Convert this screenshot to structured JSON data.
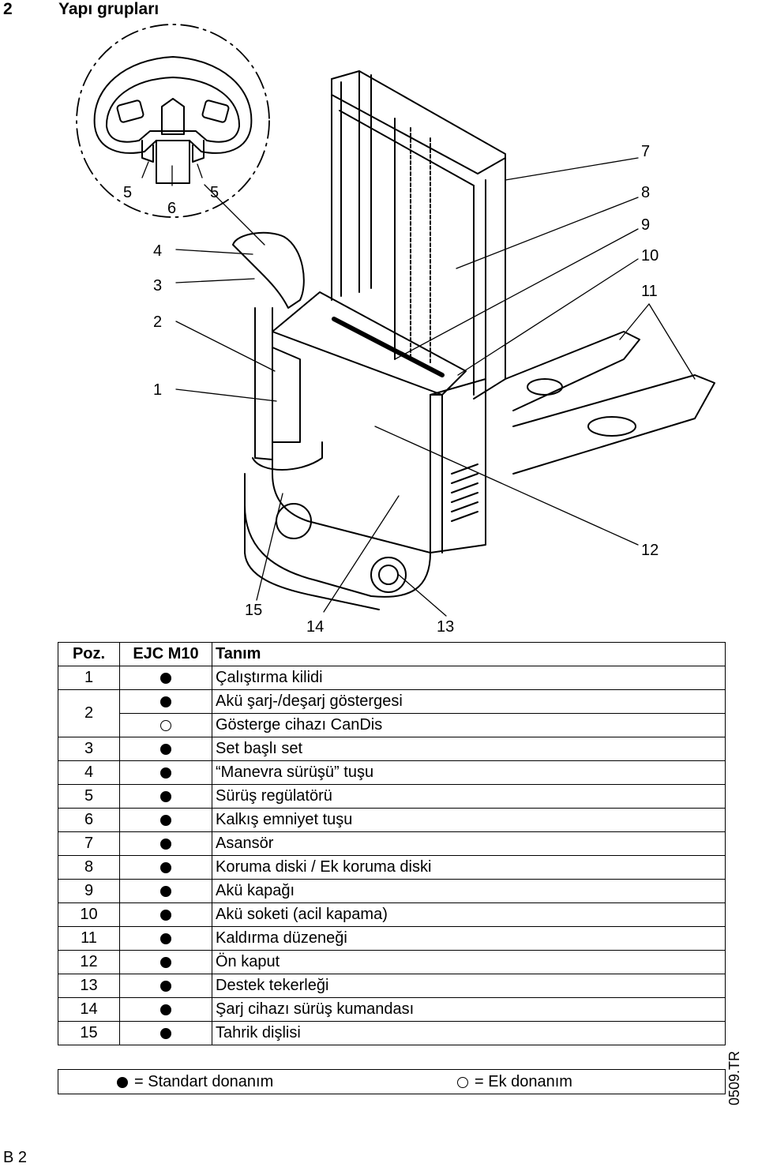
{
  "header": {
    "section_number": "2",
    "section_title": "Yapı grupları"
  },
  "callouts": [
    "1",
    "2",
    "3",
    "4",
    "5",
    "5",
    "6",
    "7",
    "8",
    "9",
    "10",
    "11",
    "12",
    "13",
    "14",
    "15"
  ],
  "table": {
    "headers": [
      "Poz.",
      "EJC M10",
      "Tanım"
    ],
    "rows": [
      {
        "poz": "1",
        "equipment": "standard",
        "desc": "Çalıştırma kilidi"
      },
      {
        "poz": "2",
        "equipment": "standard",
        "desc": "Akü şarj-/deşarj göstergesi"
      },
      {
        "poz": "",
        "equipment": "optional",
        "desc": "Gösterge cihazı CanDis"
      },
      {
        "poz": "3",
        "equipment": "standard",
        "desc": "Set başlı set"
      },
      {
        "poz": "4",
        "equipment": "standard",
        "desc": "“Manevra sürüşü” tuşu"
      },
      {
        "poz": "5",
        "equipment": "standard",
        "desc": "Sürüş regülatörü"
      },
      {
        "poz": "6",
        "equipment": "standard",
        "desc": "Kalkış emniyet tuşu"
      },
      {
        "poz": "7",
        "equipment": "standard",
        "desc": "Asansör"
      },
      {
        "poz": "8",
        "equipment": "standard",
        "desc": "Koruma diski / Ek koruma diski"
      },
      {
        "poz": "9",
        "equipment": "standard",
        "desc": "Akü kapağı"
      },
      {
        "poz": "10",
        "equipment": "standard",
        "desc": "Akü soketi (acil kapama)"
      },
      {
        "poz": "11",
        "equipment": "standard",
        "desc": "Kaldırma düzeneği"
      },
      {
        "poz": "12",
        "equipment": "standard",
        "desc": "Ön kaput"
      },
      {
        "poz": "13",
        "equipment": "standard",
        "desc": "Destek tekerleği"
      },
      {
        "poz": "14",
        "equipment": "standard",
        "desc": "Şarj cihazı sürüş kumandası"
      },
      {
        "poz": "15",
        "equipment": "standard",
        "desc": "Tahrik dişlisi"
      }
    ]
  },
  "legend": {
    "standard": "= Standart donanım",
    "optional": "= Ek donanım"
  },
  "doc_code": "0509.TR",
  "page_number": "B 2"
}
